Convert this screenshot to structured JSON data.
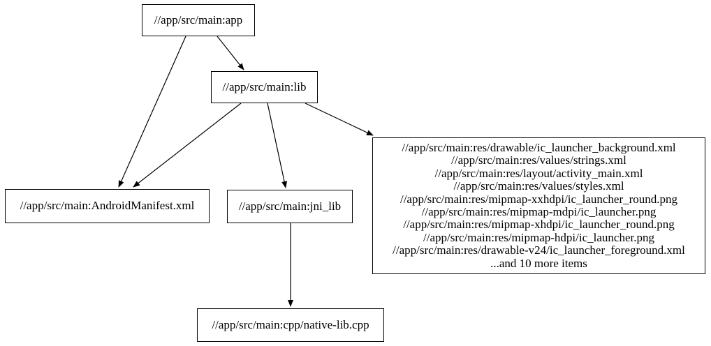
{
  "diagram": {
    "type": "dependency-graph",
    "description": "Bazel build target dependency graph for an Android app module",
    "colors": {
      "background": "#ffffff",
      "node_fill": "#ffffff",
      "node_border": "#000000",
      "edge": "#000000",
      "text": "#000000"
    },
    "nodes": {
      "app": {
        "label": "//app/src/main:app"
      },
      "lib": {
        "label": "//app/src/main:lib"
      },
      "manifest": {
        "label": "//app/src/main:AndroidManifest.xml"
      },
      "jni_lib": {
        "label": "//app/src/main:jni_lib"
      },
      "native": {
        "label": "//app/src/main:cpp/native-lib.cpp"
      },
      "res": {
        "lines": [
          "//app/src/main:res/drawable/ic_launcher_background.xml",
          "//app/src/main:res/values/strings.xml",
          "//app/src/main:res/layout/activity_main.xml",
          "//app/src/main:res/values/styles.xml",
          "//app/src/main:res/mipmap-xxhdpi/ic_launcher_round.png",
          "//app/src/main:res/mipmap-mdpi/ic_launcher.png",
          "//app/src/main:res/mipmap-xhdpi/ic_launcher_round.png",
          "//app/src/main:res/mipmap-hdpi/ic_launcher.png",
          "//app/src/main:res/drawable-v24/ic_launcher_foreground.xml",
          "...and 10 more items"
        ]
      }
    },
    "edges": [
      {
        "from": "app",
        "to": "manifest"
      },
      {
        "from": "app",
        "to": "lib"
      },
      {
        "from": "lib",
        "to": "manifest"
      },
      {
        "from": "lib",
        "to": "jni_lib"
      },
      {
        "from": "lib",
        "to": "res"
      },
      {
        "from": "jni_lib",
        "to": "native"
      }
    ]
  }
}
